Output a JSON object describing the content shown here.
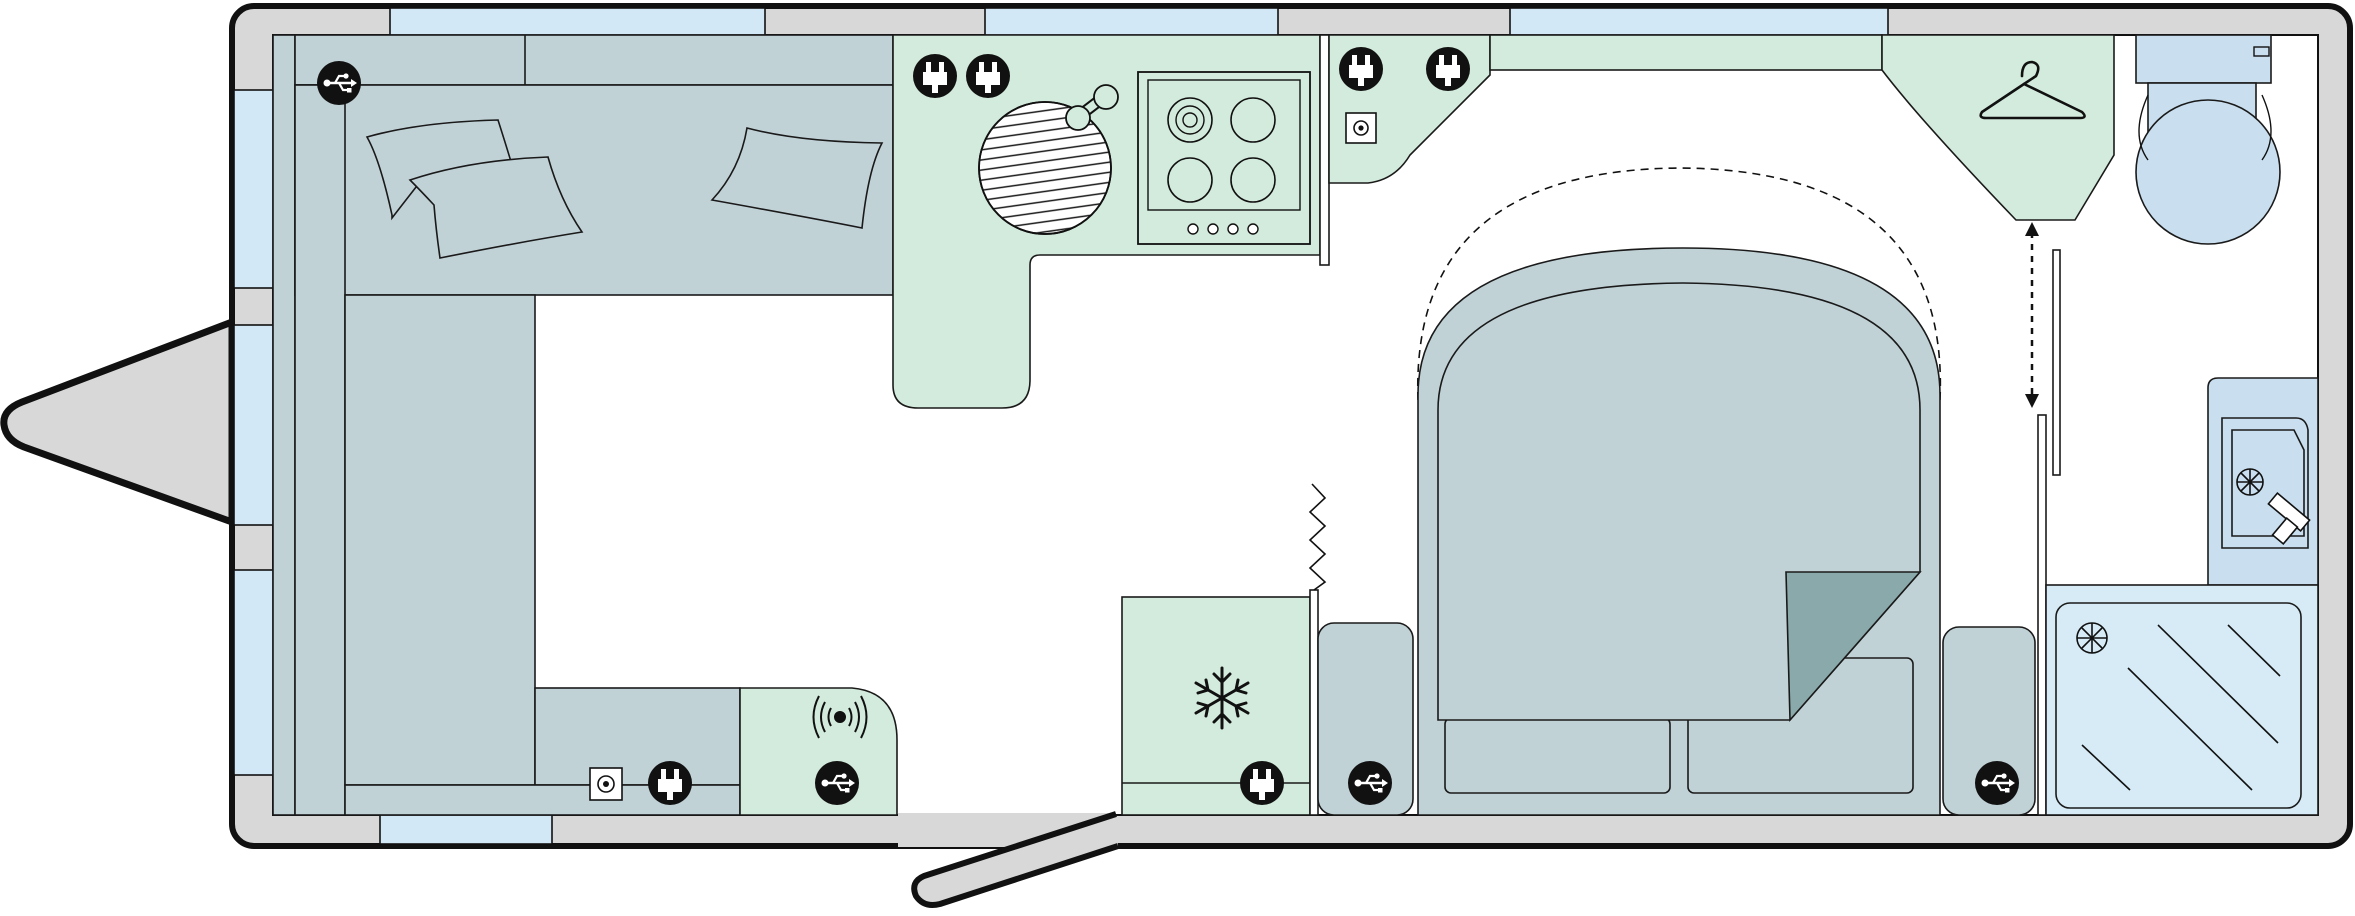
{
  "diagram": {
    "type": "caravan-floorplan",
    "colors": {
      "outer_shell": "#d8d8d8",
      "outline": "#111111",
      "window": "#d2e8f6",
      "seating": "#c1d2d7",
      "kitchen": "#d3ebdc",
      "bed_corner": "#8aa9aa",
      "shower": "#d6ebf6",
      "socket": "#111111"
    },
    "zones": [
      "lounge",
      "kitchen",
      "fridge",
      "island-bed",
      "wardrobe",
      "toilet",
      "washbasin",
      "shower"
    ],
    "icons": [
      "usb-socket-icon",
      "mains-socket-icon",
      "tv-aerial-icon",
      "wifi-booster-icon",
      "snowflake-icon",
      "coat-hanger-icon",
      "hob-icon",
      "round-sink-icon",
      "extractor-fan-icon",
      "basin-tap-icon"
    ]
  }
}
